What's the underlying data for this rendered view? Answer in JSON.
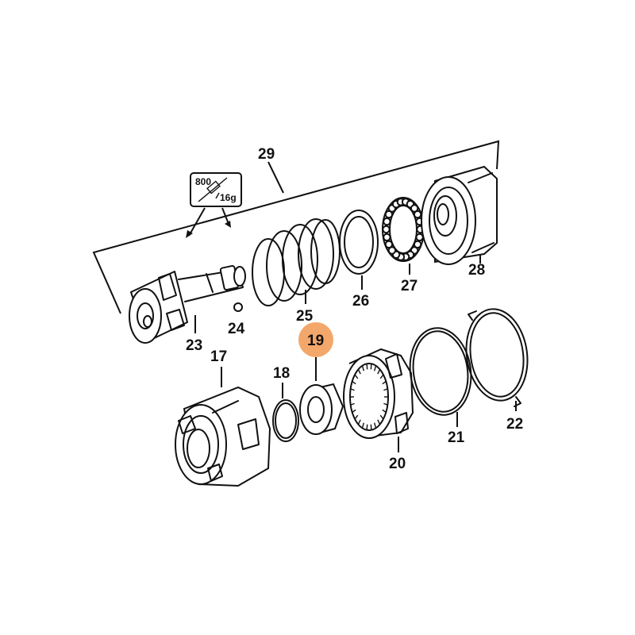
{
  "diagram": {
    "highlight_color": "#f4a76a",
    "highlighted_part": "19",
    "callouts": {
      "p17": "17",
      "p18": "18",
      "p19": "19",
      "p20": "20",
      "p21": "21",
      "p22": "22",
      "p23": "23",
      "p24": "24",
      "p25": "25",
      "p26": "26",
      "p27": "27",
      "p28": "28",
      "p29": "29"
    },
    "torque_spec": {
      "value_top": "800",
      "value_bottom": "16g",
      "icon": "grease-gun-icon"
    }
  }
}
